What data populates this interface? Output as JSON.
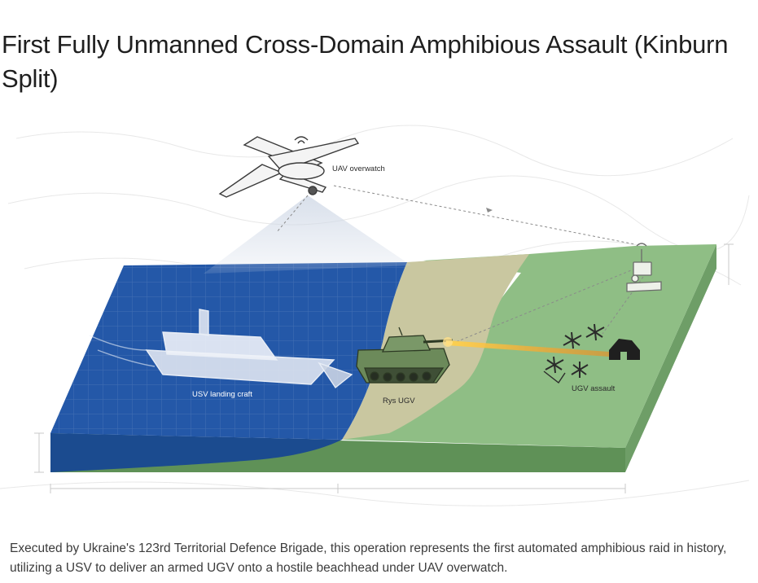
{
  "title": "First Fully Unmanned Cross-Domain Amphibious Assault (Kinburn Split)",
  "caption": "Executed by Ukraine's 123rd Territorial Defence Brigade, this operation represents the first automated amphibious raid in history, utilizing a USV to deliver an armed UGV onto a hostile beachhead under UAV overwatch.",
  "labels": {
    "uav": "UAV overwatch",
    "usv": "USV landing craft",
    "rys": "Rys UGV",
    "ugv_assault": "UGV assault"
  },
  "colors": {
    "water": "#2458a8",
    "water_dark": "#17407e",
    "sand": "#c9c7a0",
    "land": "#8fbe85",
    "land_side": "#6e9e67",
    "tank": "#6c8a5a",
    "laser": "#f7b325"
  },
  "icons": [
    "uav-icon",
    "usv-boat-icon",
    "ugv-tank-icon",
    "bunker-icon",
    "operator-station-icon",
    "czech-hedgehog-icon"
  ]
}
